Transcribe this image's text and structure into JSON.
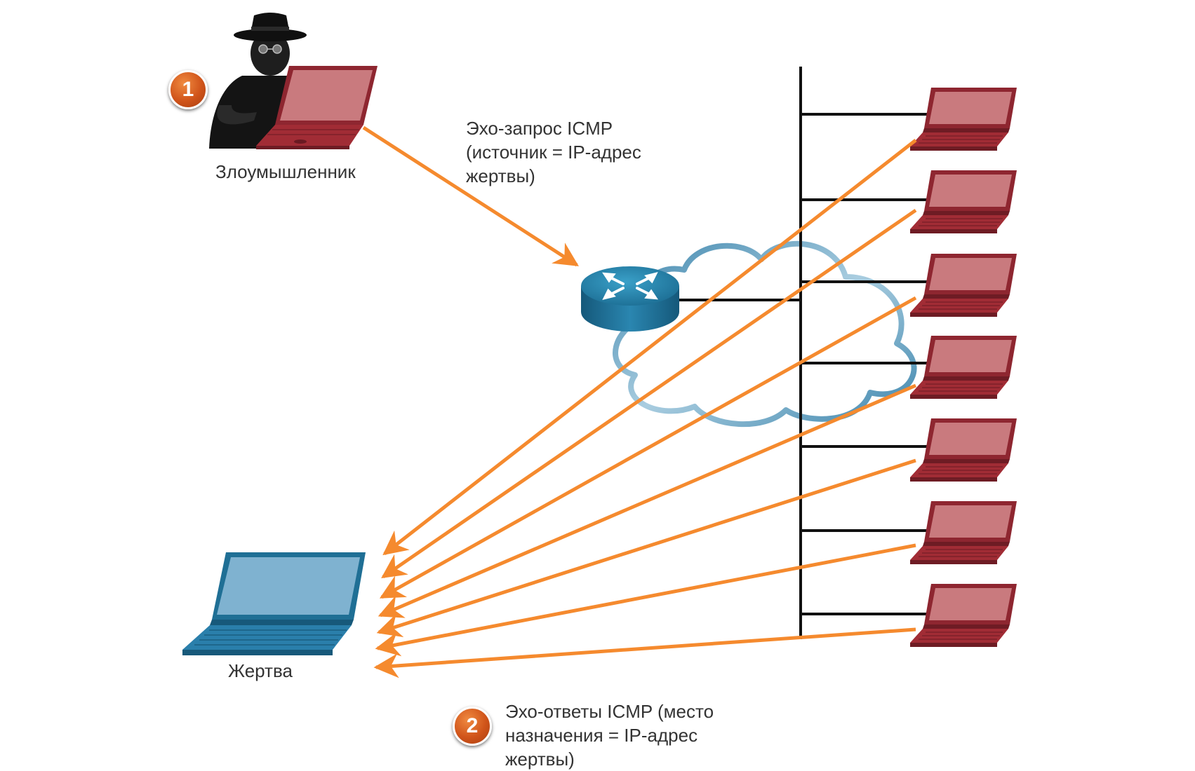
{
  "diagram": {
    "attacker_label": "Злоумышленник",
    "victim_label": "Жертва",
    "step1": {
      "number": "1",
      "text_lines": [
        "Эхо-запрос ICMP",
        "(источник = IP-адрес",
        "жертвы)"
      ]
    },
    "step2": {
      "number": "2",
      "text_lines": [
        "Эхо-ответы ICMP (место",
        "назначения = IP-адрес",
        "жертвы)"
      ]
    },
    "colors": {
      "arrow": "#f58a2e",
      "host_laptop": "#a12c35",
      "host_screen": "#c97a7e",
      "victim_laptop": "#2a7fab",
      "victim_screen": "#7fb2d0",
      "router": "#1f6f95",
      "cloud_outline": "#5e9ec0",
      "bus": "#111111",
      "badge": "#d35a1c"
    },
    "icons": [
      "attacker-icon",
      "victim-laptop-icon",
      "router-icon",
      "cloud-icon",
      "host-laptop-icon"
    ]
  }
}
